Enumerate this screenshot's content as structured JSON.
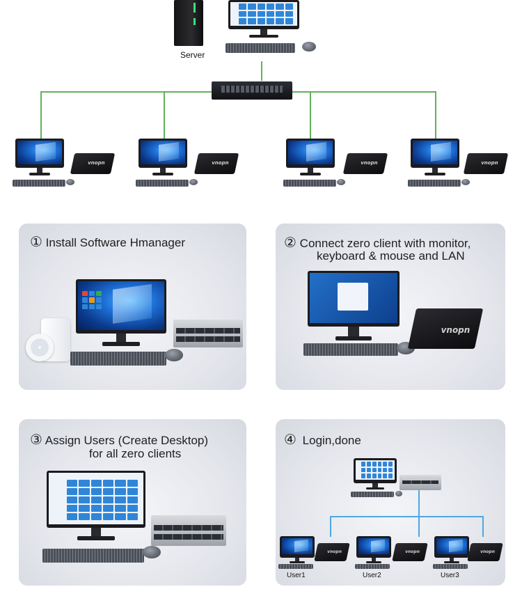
{
  "top_diagram": {
    "server_label": "Server",
    "zero_client_brand": "vnopn"
  },
  "steps": [
    {
      "number": "①",
      "line1": "Install Software Hmanager",
      "line2": ""
    },
    {
      "number": "②",
      "line1": "Connect zero client with monitor,",
      "line2": "keyboard & mouse and LAN"
    },
    {
      "number": "③",
      "line1": "Assign Users (Create Desktop)",
      "line2": "for all zero clients"
    },
    {
      "number": "④",
      "line1": "Login,done",
      "line2": ""
    }
  ],
  "step4_users": [
    "User1",
    "User2",
    "User3"
  ],
  "colors": {
    "lan_line_top": "#5fb35a",
    "lan_line_step4": "#4fa7df",
    "card_bg": "#e4e6ec",
    "screen_blue": "#1d6fd6"
  },
  "icons": [
    "server-tower-icon",
    "monitor-icon",
    "keyboard-icon",
    "mouse-icon",
    "network-switch-icon",
    "zero-client-icon",
    "rack-server-icon",
    "install-disc-icon"
  ]
}
